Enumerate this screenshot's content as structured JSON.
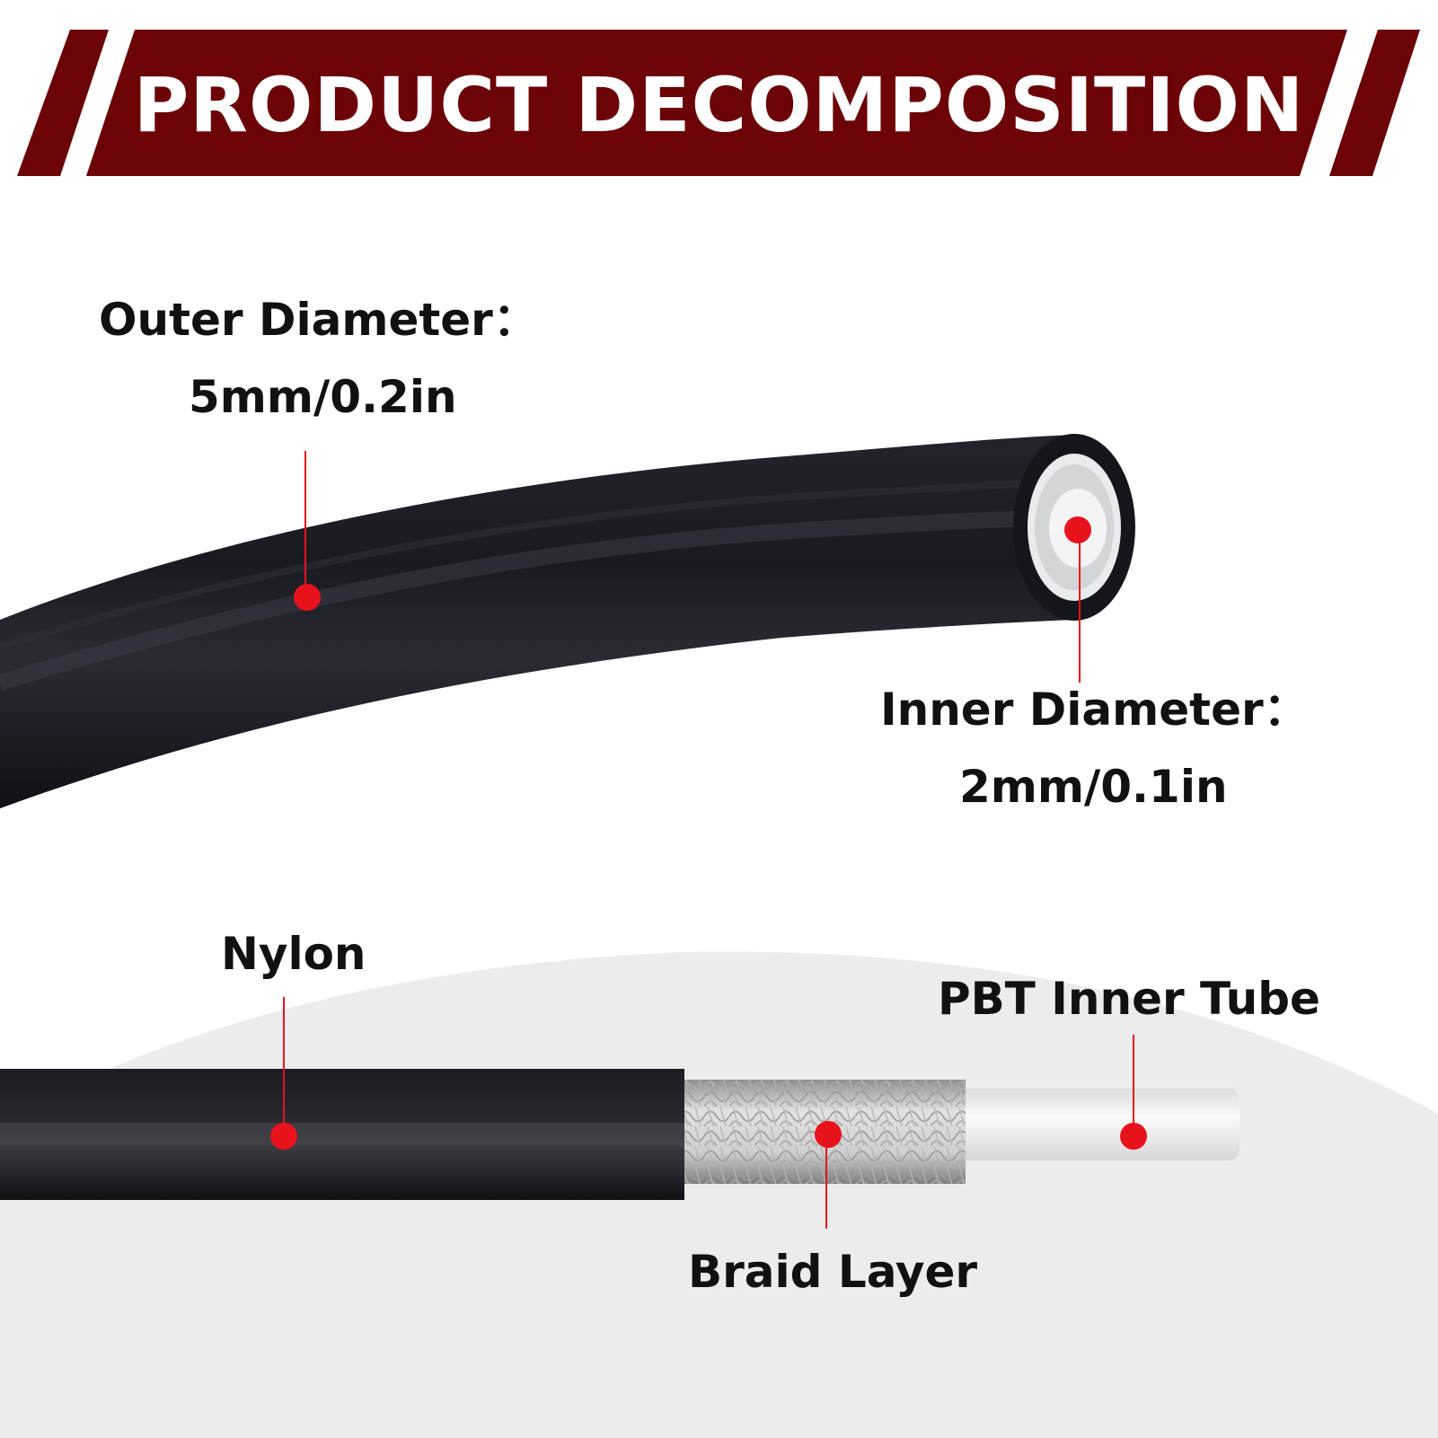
{
  "header": {
    "title": "PRODUCT DECOMPOSITION"
  },
  "colors": {
    "banner": "#6b0307",
    "marker": "#e8121d",
    "hose": "#15151c",
    "braid": "#c9c9c9",
    "inner_tube": "#f2f2f0",
    "background_arc": "#ececec"
  },
  "callouts": {
    "outer_diameter": {
      "label": "Outer Diameter：",
      "value": "5mm/0.2in"
    },
    "inner_diameter": {
      "label": "Inner Diameter：",
      "value": "2mm/0.1in"
    },
    "nylon": {
      "label": "Nylon"
    },
    "braid_layer": {
      "label": "Braid Layer"
    },
    "pbt_inner_tube": {
      "label": "PBT Inner Tube"
    }
  }
}
